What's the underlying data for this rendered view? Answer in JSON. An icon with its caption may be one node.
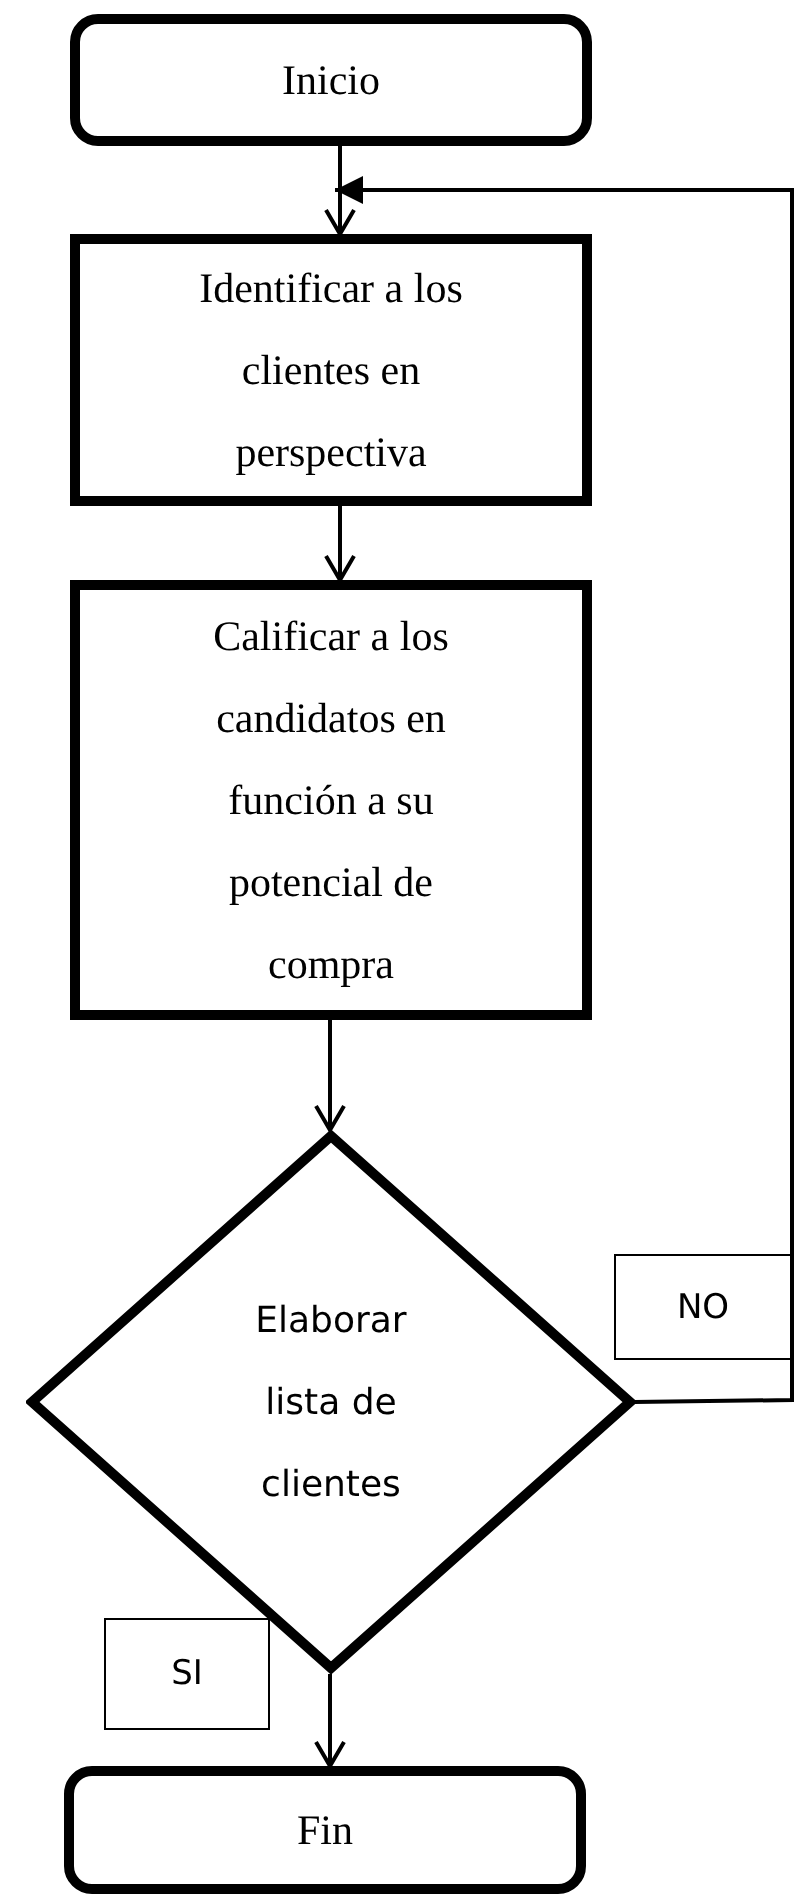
{
  "diagram": {
    "nodes": [
      {
        "text": [
          "Inicio"
        ]
      },
      {
        "text": [
          "Identificar a los clientes en perspectiva"
        ]
      },
      {
        "text": [
          "Calificar a los candidatos en función a su potencial de compra"
        ]
      },
      {
        "text": [
          "Elaborar lista de clientes"
        ]
      },
      {
        "text": [
          "Fin"
        ]
      }
    ],
    "edges": [
      {
        "from": 0,
        "to": 1,
        "arrow": "to"
      },
      {
        "from": 1,
        "to": 2,
        "arrow": "to"
      },
      {
        "from": 2,
        "to": 3,
        "arrow": "to"
      },
      {
        "from": 3,
        "to": 4,
        "arrow": "to",
        "label": "SI"
      },
      {
        "from": 3,
        "to": 1,
        "arrow": "to",
        "label": "NO"
      }
    ]
  }
}
